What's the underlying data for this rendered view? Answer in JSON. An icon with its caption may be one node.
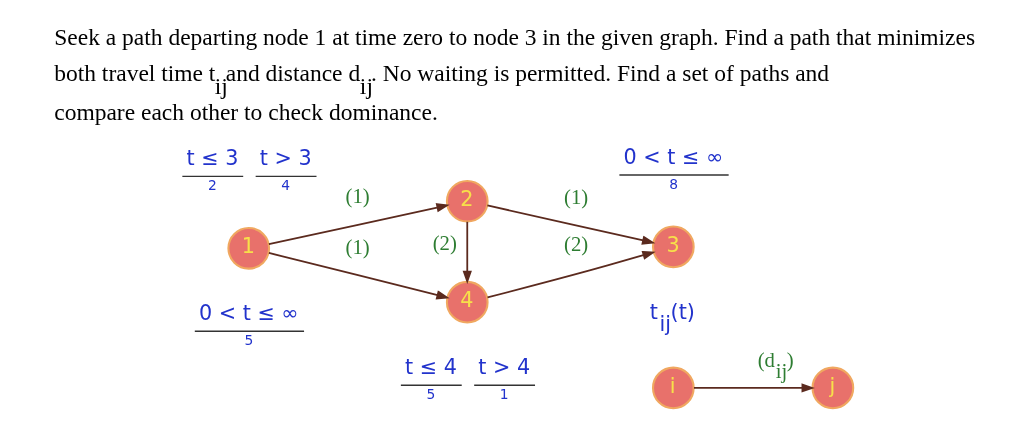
{
  "diagram": {
    "title": "Seek a path departing node 1 at time zero to node 3 in the given graph. Find a path that minimizes both travel time t$_{ij}$and distance d$_{ij}$. No waiting is permitted. Find a set of paths and compare each other to check dominance.",
    "nodes": [
      {
        "text": [
          "1"
        ]
      },
      {
        "text": [
          "2"
        ]
      },
      {
        "text": [
          "3"
        ]
      },
      {
        "text": [
          "4"
        ]
      },
      {
        "text": [
          "i"
        ]
      },
      {
        "text": [
          "j"
        ]
      }
    ],
    "edges": [
      {
        "from": 0,
        "to": 1,
        "arrow": "to",
        "label": "(1)"
      },
      {
        "from": 1,
        "to": 2,
        "arrow": "to",
        "label": "(1)"
      },
      {
        "from": 1,
        "to": 3,
        "arrow": "to",
        "label": "(2)"
      },
      {
        "from": 0,
        "to": 3,
        "arrow": "to",
        "label": "(1)"
      },
      {
        "from": 3,
        "to": 2,
        "arrow": "to",
        "label": "(2)"
      },
      {
        "from": 4,
        "to": 5,
        "arrow": "to",
        "label": "(d$_{ij}$)"
      }
    ],
    "labels": [
      "t ≤ 3",
      "2",
      "t > 3",
      "4",
      "0 < t ≤ ∞",
      "8",
      "t ≤ 4",
      "5",
      "t > 4",
      "1",
      "0 < t ≤ ∞",
      "5",
      "t$_{ij}$(t)"
    ]
  }
}
